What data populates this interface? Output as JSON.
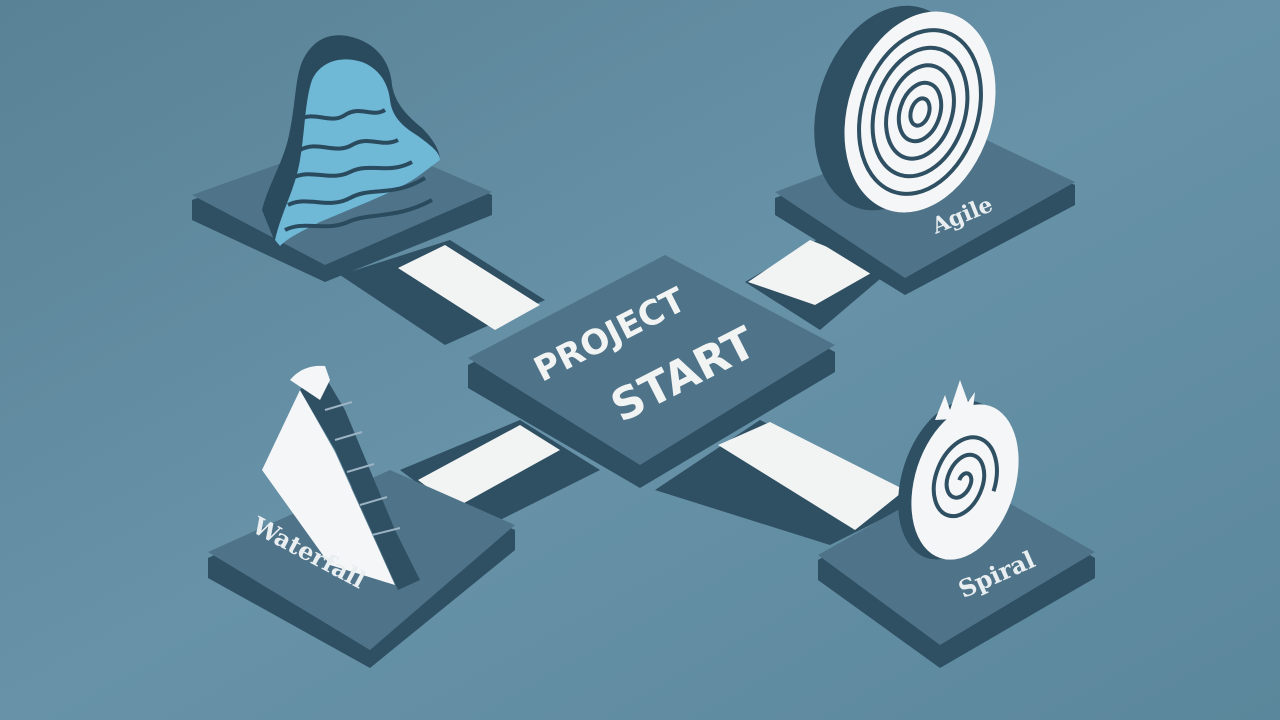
{
  "center": {
    "line1": "PROJECT",
    "line2": "START"
  },
  "models": [
    {
      "id": "waterfall-top",
      "label": ""
    },
    {
      "id": "agile",
      "label": "Agile"
    },
    {
      "id": "waterfall",
      "label": "Waterfall"
    },
    {
      "id": "spiral",
      "label": "Spiral"
    }
  ],
  "colors": {
    "background": "#5f8aa0",
    "tile_top": "#4f7489",
    "tile_side": "#2f4f63",
    "connector": "#f2f4f4",
    "accent": "#6fb8d6",
    "icon_light": "#f4f6f7"
  }
}
